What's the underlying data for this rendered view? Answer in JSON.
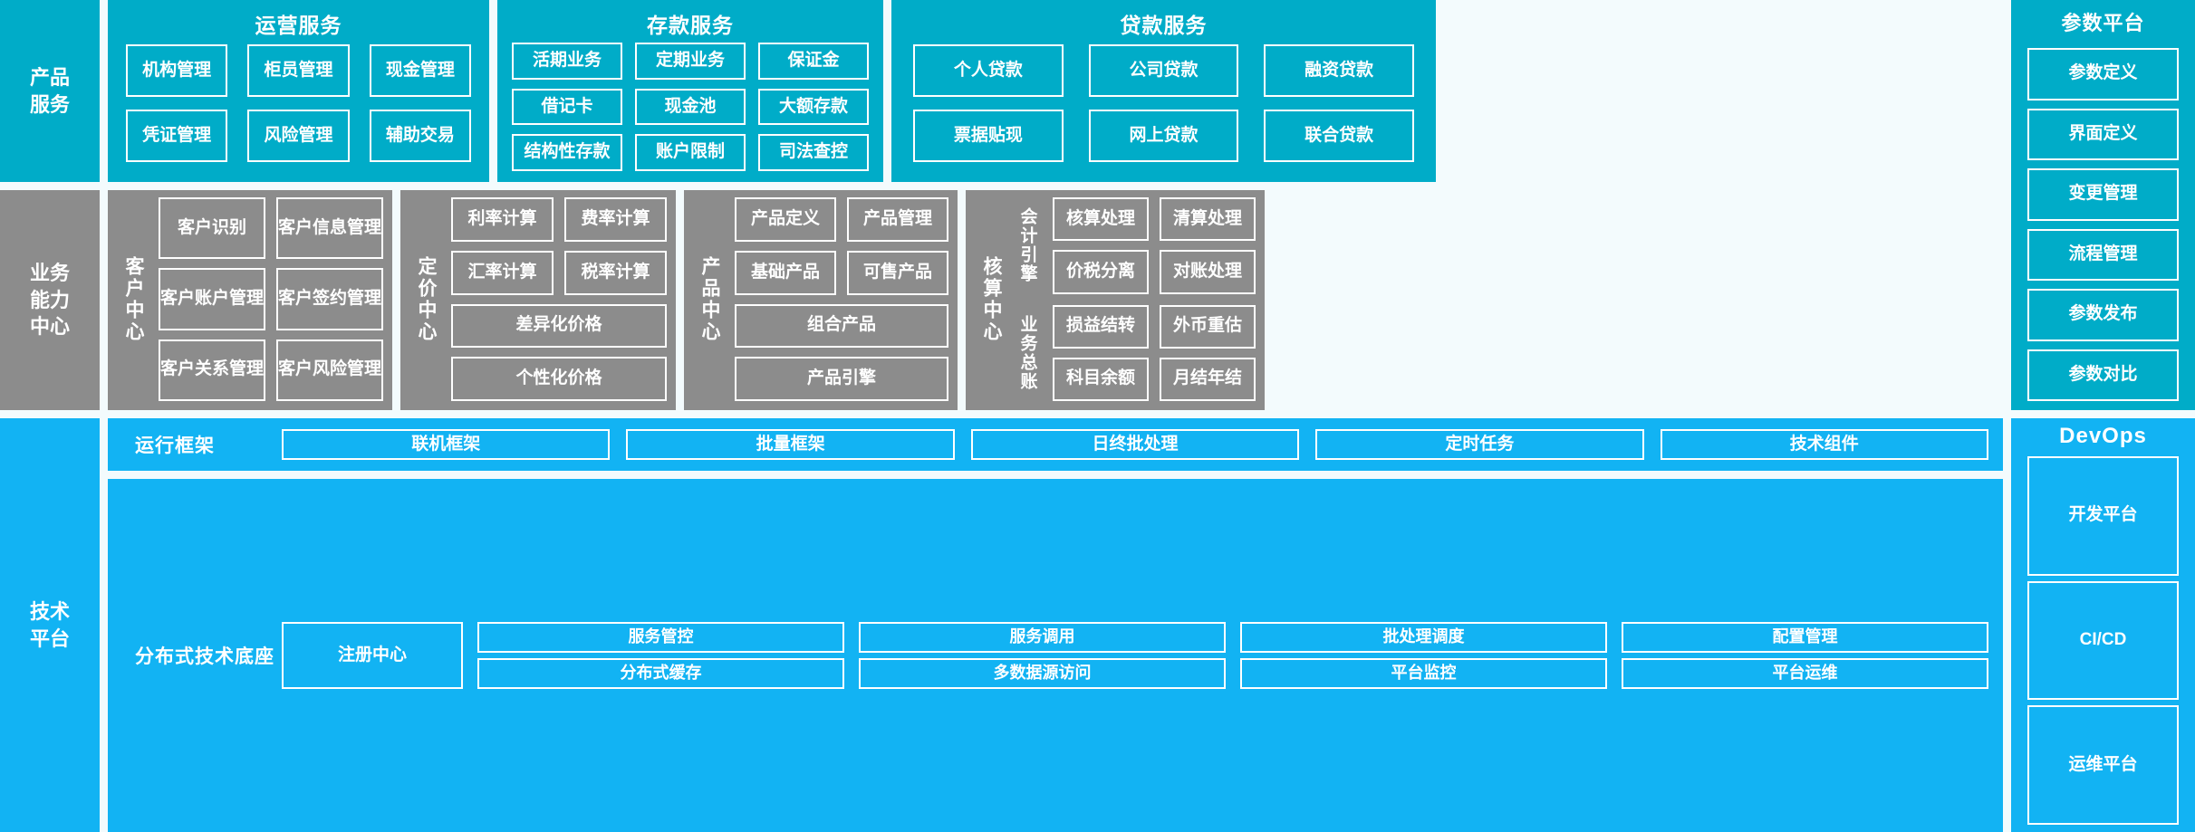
{
  "meta": {
    "colors": {
      "cyan": "#00ACC8",
      "gray": "#8C8C8C",
      "blue": "#12B3F3",
      "background": "#F3FBFD",
      "border": "#FFFFFF"
    }
  },
  "layers": {
    "product_services": {
      "label": "产品\n服务",
      "label_lines": [
        "产品",
        "服务"
      ]
    },
    "business_capability": {
      "label_lines": [
        "业务",
        "能力",
        "中心"
      ]
    },
    "technical_platform": {
      "label_lines": [
        "技术",
        "平台"
      ]
    }
  },
  "product_services": {
    "groups": [
      {
        "title": "运营服务",
        "items": [
          "机构管理",
          "柜员管理",
          "现金管理",
          "凭证管理",
          "风险管理",
          "辅助交易"
        ]
      },
      {
        "title": "存款服务",
        "items": [
          "活期业务",
          "定期业务",
          "保证金",
          "借记卡",
          "现金池",
          "大额存款",
          "结构性存款",
          "账户限制",
          "司法查控"
        ]
      },
      {
        "title": "贷款服务",
        "items": [
          "个人贷款",
          "公司贷款",
          "融资贷款",
          "票据贴现",
          "网上贷款",
          "联合贷款"
        ]
      }
    ]
  },
  "param_platform": {
    "title": "参数平台",
    "items": [
      "参数定义",
      "界面定义",
      "变更管理",
      "流程管理",
      "参数发布",
      "参数对比"
    ]
  },
  "business_capability": {
    "centers": [
      {
        "name": "客户中心",
        "label_chars": "客户中心",
        "items": [
          "客户识别",
          "客户信息管理",
          "客户账户管理",
          "客户签约管理",
          "客户关系管理",
          "客户风险管理"
        ]
      },
      {
        "name": "定价中心",
        "label_chars": "定价中心",
        "items": [
          "利率计算",
          "费率计算",
          "汇率计算",
          "税率计算"
        ],
        "wide_items": [
          "差异化价格",
          "个性化价格"
        ]
      },
      {
        "name": "产品中心",
        "label_chars": "产品中心",
        "items": [
          "产品定义",
          "产品管理",
          "基础产品",
          "可售产品"
        ],
        "wide_items": [
          "组合产品",
          "产品引擎"
        ]
      },
      {
        "name": "核算中心",
        "label_chars": "核算中心",
        "subgroups": [
          {
            "label_chars": "会计引擎",
            "items": [
              "核算处理",
              "清算处理",
              "价税分离",
              "对账处理"
            ]
          },
          {
            "label_chars": "业务总账",
            "items": [
              "损益结转",
              "外币重估",
              "科目余额",
              "月结年结"
            ]
          }
        ]
      }
    ]
  },
  "technical_platform": {
    "bands": [
      {
        "label": "运行框架",
        "items": [
          "联机框架",
          "批量框架",
          "日终批处理",
          "定时任务",
          "技术组件"
        ]
      },
      {
        "label": "分布式技术底座",
        "featured": "注册中心",
        "columns": [
          [
            "服务管控",
            "分布式缓存"
          ],
          [
            "服务调用",
            "多数据源访问"
          ],
          [
            "批处理调度",
            "平台监控"
          ],
          [
            "配置管理",
            "平台运维"
          ]
        ]
      }
    ]
  },
  "devops": {
    "title": "DevOps",
    "items": [
      "开发平台",
      "CI/CD",
      "运维平台"
    ]
  }
}
